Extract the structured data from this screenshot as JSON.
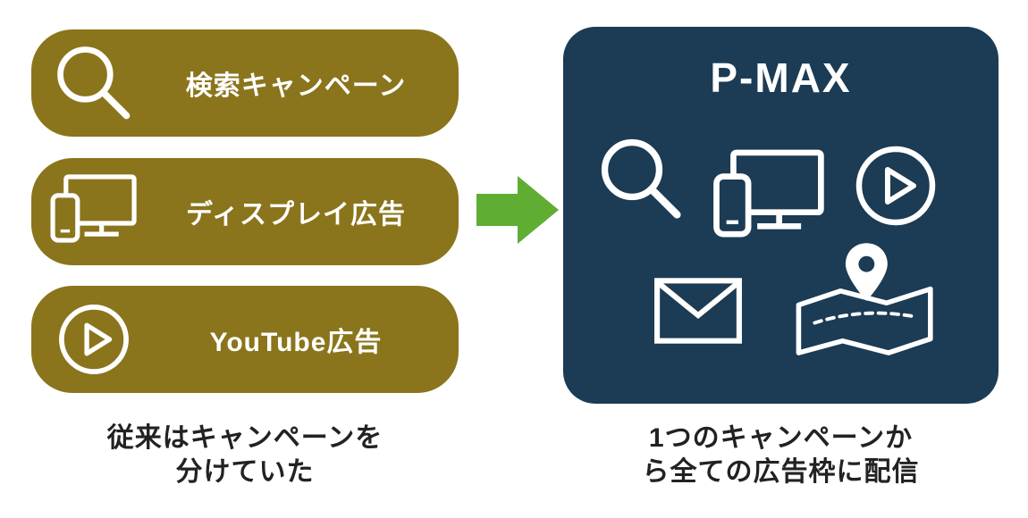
{
  "left": {
    "items": [
      {
        "label": "検索キャンペーン",
        "icon": "search-icon"
      },
      {
        "label": "ディスプレイ広告",
        "icon": "devices-icon"
      },
      {
        "label": "YouTube広告",
        "icon": "play-icon"
      }
    ],
    "caption": [
      "従来はキャンペーンを",
      "分けていた"
    ]
  },
  "arrow": {
    "icon": "right-arrow-icon"
  },
  "right": {
    "title": "P-MAX",
    "icons": [
      "search-icon",
      "devices-icon",
      "play-icon",
      "mail-icon",
      "map-pin-icon"
    ],
    "caption": [
      "1つのキャンペーンか",
      "ら全ての広告枠に配信"
    ]
  },
  "colors": {
    "olive": "#8a751c",
    "navy": "#1c3b54",
    "green": "#5fad33",
    "text": "#222222",
    "white": "#ffffff"
  }
}
